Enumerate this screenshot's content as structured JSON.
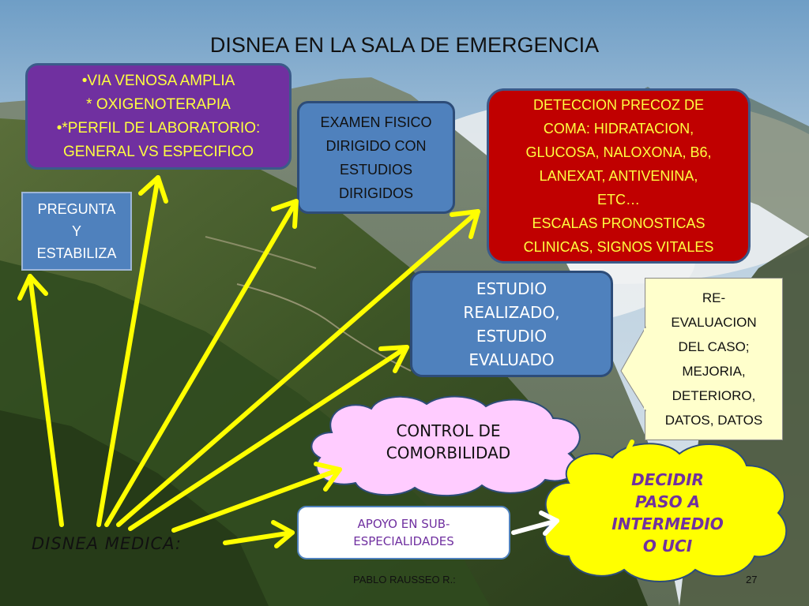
{
  "title": "DISNEA EN LA SALA DE EMERGENCIA",
  "boxes": {
    "via_venosa": {
      "lines": [
        "•VIA VENOSA AMPLIA",
        "* OXIGENOTERAPIA",
        "•*PERFIL  DE LABORATORIO:",
        "GENERAL VS ESPECIFICO"
      ],
      "fill": "#7030a0",
      "text_color": "#ffff40"
    },
    "examen": {
      "lines": [
        "EXAMEN FISICO",
        "DIRIGIDO  CON",
        "ESTUDIOS",
        "DIRIGIDOS"
      ],
      "fill": "#4f81bd"
    },
    "deteccion": {
      "lines": [
        "DETECCION PRECOZ DE",
        "COMA: HIDRATACION,",
        "GLUCOSA, NALOXONA,  B6,",
        "LANEXAT,  ANTIVENINA,",
        "ETC…",
        "ESCALAS  PRONOSTICAS",
        "CLINICAS, SIGNOS VITALES"
      ],
      "fill": "#c00000",
      "text_color": "#ffff40"
    },
    "pregunta": {
      "lines": [
        "PREGUNTA",
        "Y",
        "ESTABILIZA"
      ],
      "fill": "#4f81bd"
    },
    "estudio": {
      "lines": [
        "ESTUDIO",
        "REALIZADO,",
        "ESTUDIO",
        "EVALUADO"
      ],
      "fill": "#4f81bd"
    },
    "reevaluacion": {
      "lines": [
        "RE-",
        "EVALUACION",
        "DEL CASO;",
        "MEJORIA,",
        "DETERIORO,",
        "DATOS, DATOS"
      ],
      "fill": "#ffffcc"
    },
    "apoyo": {
      "lines": [
        "APOYO EN SUB-",
        "ESPECIALIDADES"
      ],
      "text_color": "#7030a0"
    }
  },
  "clouds": {
    "control": {
      "lines": [
        "CONTROL DE",
        "COMORBILIDAD"
      ],
      "fill": "#ffccff"
    },
    "decidir": {
      "lines": [
        "DECIDIR",
        "PASO A",
        "INTERMEDIO",
        "O UCI"
      ],
      "fill": "#ffff00",
      "text_color": "#7030a0"
    }
  },
  "origin_label": "DISNEA MEDICA:",
  "arrow_color": "#ffff00",
  "footer": {
    "author": "PABLO RAUSSEO R.:",
    "page": "27"
  }
}
